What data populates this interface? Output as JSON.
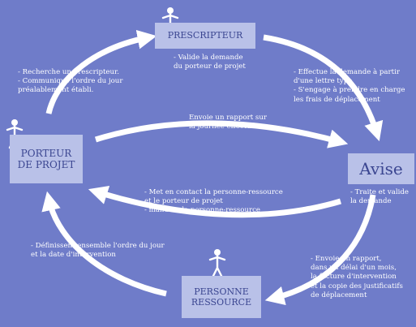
{
  "nodes": {
    "prescripteur": "PRESCRIPTEUR",
    "porteur_line1": "PORTEUR",
    "porteur_line2": "DE PROJET",
    "avise": "Avise",
    "personne_line1": "PERSONNE",
    "personne_line2": "RESSOURCE"
  },
  "notes": {
    "porteur_to_prescripteur": "- Recherche un prescripteur.\n- Communique l'ordre du jour\n  préalablement établi.",
    "prescripteur_action": "- Valide la demande\n  du porteur de projet",
    "prescripteur_to_avise": "- Effectue la demande à partir\n  d'une lettre type\n- S'engage à prendre en charge\n  les frais de déplacement",
    "porteur_to_avise": "Envoie un rapport sur\nla journée effectuée",
    "avise_action": "- Traite et valide\n  la demande",
    "avise_to_porteur": "- Met en contact la personne-ressource\n  et le porteur de projet\n- mandate la personne-ressource",
    "porteur_personne": "- Définissent ensemble l'ordre du jour\n  et la date d'intervention",
    "personne_to_avise": "- Envoie un rapport,\n  dans un délai d'un mois,\n  la facture d'intervention\n  et la copie des justificatifs\n  de déplacement"
  },
  "colors": {
    "background": "#6f7cc9",
    "node_fill": "#b9c1e8",
    "node_text": "#3b4691",
    "arrow": "#ffffff"
  },
  "icons": [
    "person-figure-icon",
    "arrow-icon"
  ]
}
